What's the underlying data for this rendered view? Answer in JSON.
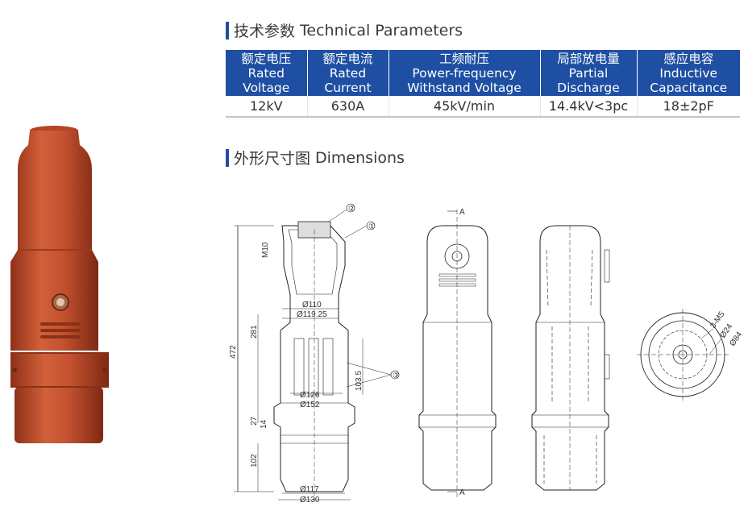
{
  "sections": {
    "technical": {
      "zh": "技术参数",
      "en": "Technical Parameters"
    },
    "dimensions": {
      "zh": "外形尺寸图",
      "en": "Dimensions"
    }
  },
  "table": {
    "columns": [
      {
        "zh": "额定电压",
        "en1": "Rated",
        "en2": "Voltage"
      },
      {
        "zh": "额定电流",
        "en1": "Rated",
        "en2": "Current"
      },
      {
        "zh": "工频耐压",
        "en1": "Power-frequency",
        "en2": "Withstand Voltage"
      },
      {
        "zh": "局部放电量",
        "en1": "Partial",
        "en2": "Discharge"
      },
      {
        "zh": "感应电容",
        "en1": "Inductive",
        "en2": "Capacitance"
      }
    ],
    "values": [
      "12kV",
      "630A",
      "45kV/min",
      "14.4kV<3pc",
      "18±2pF"
    ]
  },
  "drawing": {
    "callouts": [
      "②",
      "①",
      "③"
    ],
    "labels": {
      "m10": "M10",
      "d110": "Ø110",
      "d119": "Ø119.25",
      "h281": "281",
      "h472": "472",
      "h103": "103.5",
      "d126": "Ø126",
      "d152": "Ø152",
      "h27": "27",
      "h14": "14",
      "h102": "102",
      "d117": "Ø117",
      "d130": "Ø130",
      "sec_a_top": "A",
      "sec_a_bottom": "A",
      "m5": "3-M5",
      "d24": "Ø24",
      "d84": "Ø84"
    }
  },
  "colors": {
    "brand": "#1e4fa3",
    "body": "#c8512e"
  }
}
